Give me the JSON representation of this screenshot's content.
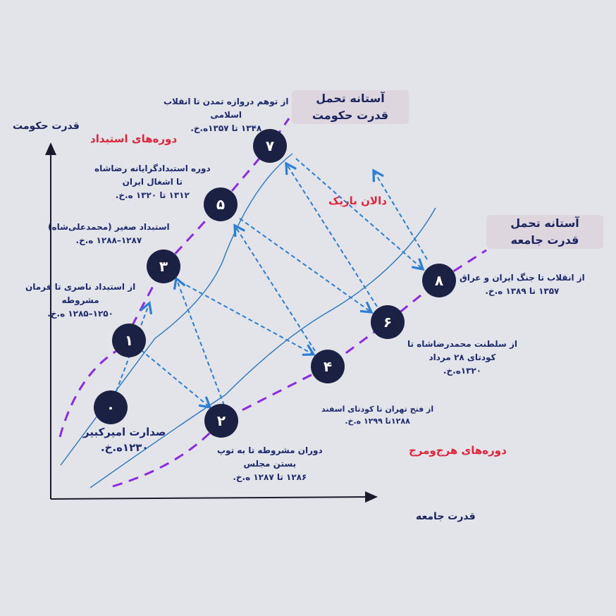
{
  "axes": {
    "y_label": "قدرت حکومت",
    "x_label": "قدرت جامعه"
  },
  "regions": {
    "despotism": "دوره‌های استبداد",
    "chaos": "دوره‌های هرج‌ومرج",
    "corridor": "دالان باریک"
  },
  "thresholds": {
    "state": "آستانه تحمل قدرت حکومت",
    "society": "آستانه تحمل قدرت جامعه"
  },
  "nodes": [
    {
      "label": "۰",
      "lines": [
        "صدارت امیرکبیر",
        "۱۲۳۰ه.خ."
      ]
    },
    {
      "label": "۱",
      "lines": [
        "از استبداد ناصری تا فرمان",
        "مشروطه",
        "۱۲۵۰–۱۲۸۵ ه.خ."
      ]
    },
    {
      "label": "۲",
      "lines": [
        "دوران مشروطه تا به توپ",
        "بستن مجلس",
        "۱۲۸۶ تا ۱۲۸۷ ه.خ."
      ]
    },
    {
      "label": "۳",
      "lines": [
        "استبداد صغیر (محمدعلی‌شاه)",
        "۱۲۸۷–۱۲۸۸ ه.خ."
      ]
    },
    {
      "label": "۴",
      "lines": [
        "از فتح تهران تا کودتای اسفند",
        "۱۲۸۸تا ۱۲۹۹ ه.خ."
      ]
    },
    {
      "label": "۵",
      "lines": [
        "دوره استبدادگرایانه رضاشاه",
        "تا اشغال ایران",
        "۱۳۱۲ تا ۱۳۲۰ ه.خ."
      ]
    },
    {
      "label": "۶",
      "lines": [
        "از سلطنت محمدرضاشاه تا",
        "کودتای ۲۸ مرداد",
        "۱۳۲۰ه.خ."
      ]
    },
    {
      "label": "۷",
      "lines": [
        "از توهم دروازه تمدن تا انقلاب",
        "اسلامی",
        "۱۳۴۸ تا ۱۳۵۷ه.خ."
      ]
    },
    {
      "label": "۸",
      "lines": [
        "از انقلاب تا جنگ ایران و عراق",
        "۱۳۵۷ تا ۱۳۸۹ ه.خ."
      ]
    }
  ],
  "colors": {
    "node": "#1b2142",
    "threshold_line": "#8a2be2",
    "arrow": "#2a7fd4",
    "curve": "#2a78c0",
    "region_text": "#e0243a"
  }
}
